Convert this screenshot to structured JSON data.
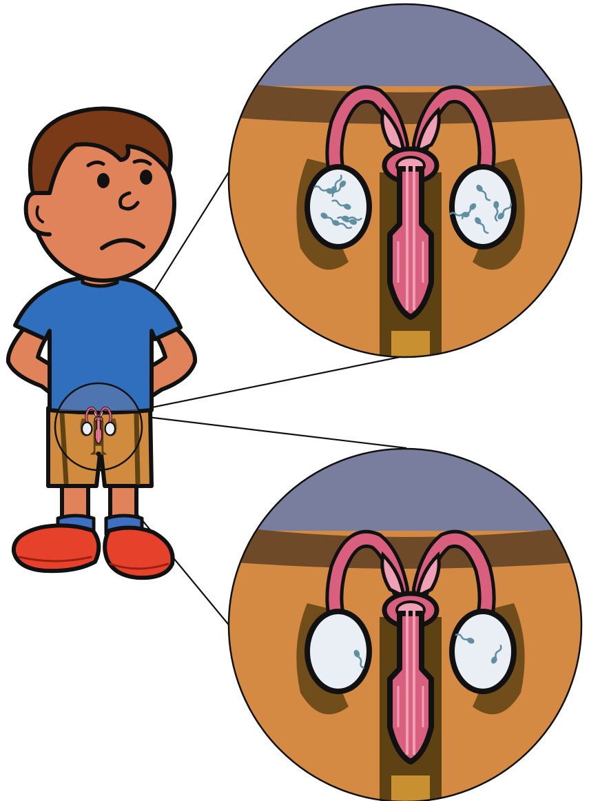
{
  "figure": {
    "subject": "boy",
    "expression": "worried",
    "zoom_count": 2,
    "zoom_top": {
      "sperm_count_left": 8,
      "sperm_count_right": 6
    },
    "zoom_bottom": {
      "sperm_count_left": 1,
      "sperm_count_right": 2
    }
  },
  "colors": {
    "outline": "#111111",
    "skin": "#e0835a",
    "hair": "#7a3a18",
    "shirt": "#2f6fbd",
    "shorts": "#d08b3e",
    "shorts_shadow": "#5e4214",
    "shoes": "#e5412b",
    "socks": "#3e6fc2",
    "zoom_sky": "#7a7e9e",
    "zoom_band": "#6e4a28",
    "zoom_body": "#d48a42",
    "organ_pink": "#d95f7e",
    "organ_light": "#f0a0b4",
    "testis_white": "#eaeef5",
    "sperm_blue": "#5f8fa0"
  }
}
